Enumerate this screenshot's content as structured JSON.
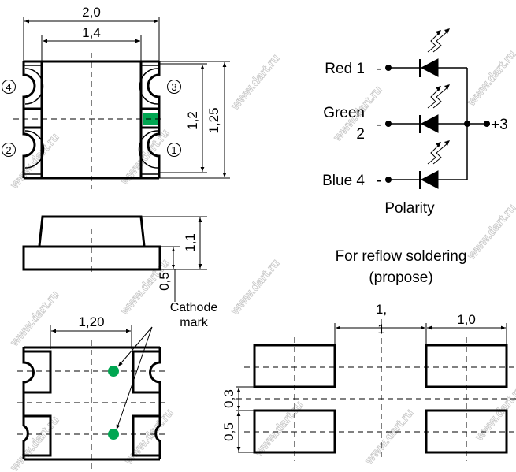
{
  "top_view": {
    "dim_total_width": "2,0",
    "dim_inner_width": "1,4",
    "dim_height_inner": "1,2",
    "dim_height_total": "1,25",
    "pins": [
      "4",
      "2",
      "3",
      "1"
    ]
  },
  "side_view": {
    "dim_total_height": "1,1",
    "dim_base_height": "0,5"
  },
  "bottom_view": {
    "dim_width": "1,20",
    "cathode_label_line1": "Cathode",
    "cathode_label_line2": "mark"
  },
  "schematic": {
    "red_label": "Red 1",
    "green_label_line1": "Green",
    "green_label_line2": "2",
    "blue_label": "Blue 4",
    "minus": "-",
    "common_label": "+3",
    "title": "Polarity"
  },
  "footprint": {
    "title_line1": "For reflow soldering",
    "title_line2": "(propose)",
    "dim_gap_line1": "1,",
    "dim_gap_line2": "1",
    "dim_pad_width": "1,0",
    "dim_pad_gap": "0,3",
    "dim_pad_height": "0,5"
  },
  "watermark": "www.dart.ru",
  "colors": {
    "line": "#000000",
    "mark_green": "#00a651",
    "watermark": "#c8c8c8"
  }
}
